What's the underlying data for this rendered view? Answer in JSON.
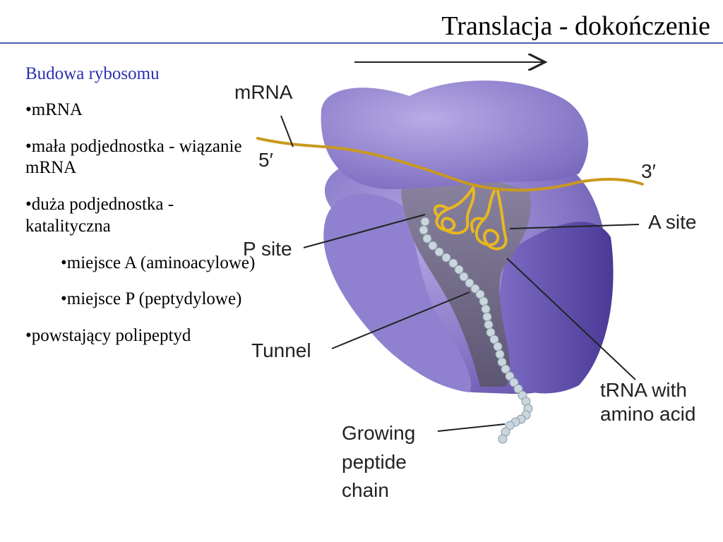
{
  "slide": {
    "title": "Translacja - dokończenie"
  },
  "bullets": {
    "heading": "Budowa rybosomu",
    "items": [
      {
        "text": "•mRNA",
        "level": 1
      },
      {
        "text": "•mała podjednostka - wiązanie mRNA",
        "level": 1
      },
      {
        "text": "•duża podjednostka - katalityczna",
        "level": 1
      },
      {
        "text": "•miejsce A (aminoacylowe)",
        "level": 2
      },
      {
        "text": "•miejsce P (peptydylowe)",
        "level": 2
      },
      {
        "text": "•powstający polipeptyd",
        "level": 1
      }
    ]
  },
  "diagram": {
    "labels": {
      "mrna": "mRNA",
      "five_prime": "5′",
      "three_prime": "3′",
      "a_site": "A site",
      "p_site": "P site",
      "tunnel": "Tunnel",
      "trna_line1": "tRNA with",
      "trna_line2": "amino acid",
      "peptide_line1": "Growing",
      "peptide_line2": "peptide",
      "peptide_line3": "chain"
    },
    "colors": {
      "subunit_light": "#8a7cc8",
      "subunit_dark": "#5b4aa8",
      "channel": "#6d6680",
      "mrna": "#c99a1e",
      "trna": "#e8b81e",
      "peptide_bead": "#c9d6de"
    }
  }
}
